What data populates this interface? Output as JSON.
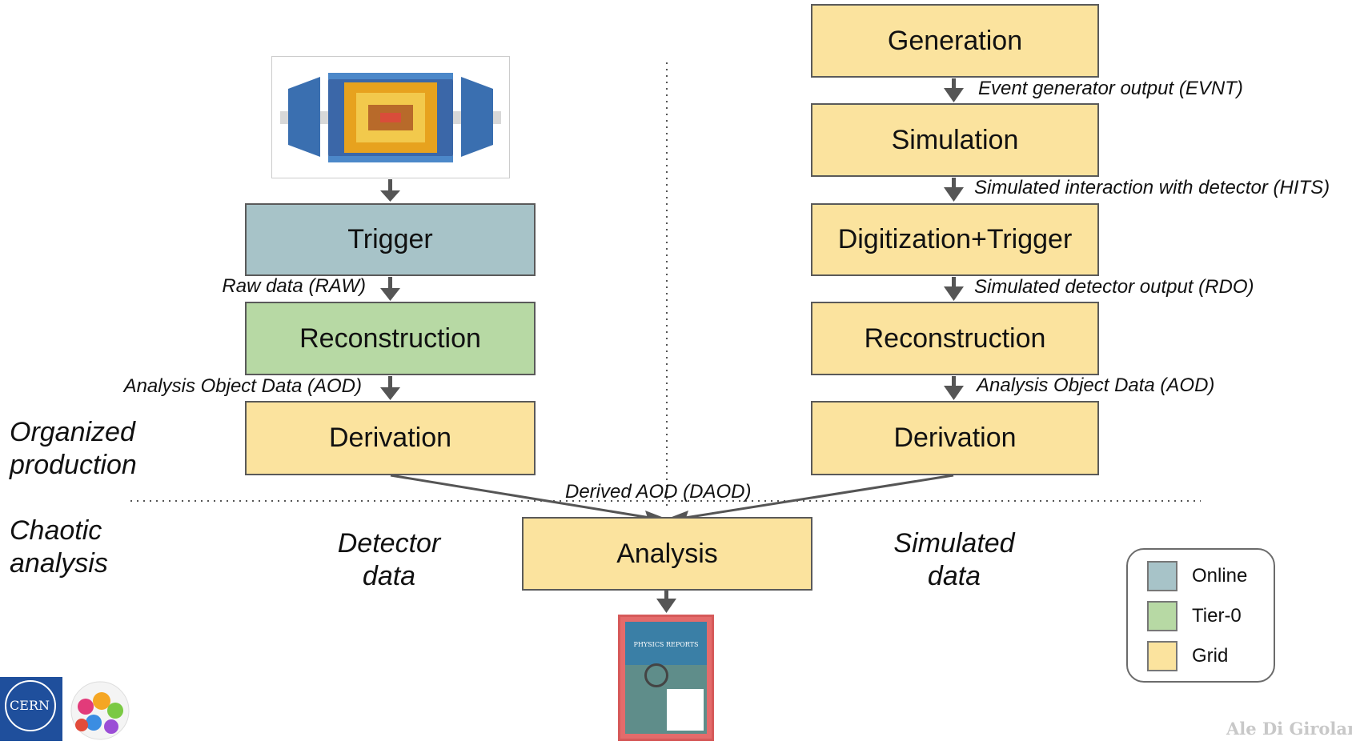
{
  "left_chain": {
    "trigger": "Trigger",
    "raw_label": "Raw data (RAW)",
    "reconstruction": "Reconstruction",
    "aod_label": "Analysis Object Data (AOD)",
    "derivation": "Derivation"
  },
  "right_chain": {
    "generation": "Generation",
    "evnt_label": "Event generator output (EVNT)",
    "simulation": "Simulation",
    "hits_label": "Simulated interaction with detector (HITS)",
    "digitization": "Digitization+Trigger",
    "rdo_label": "Simulated detector output (RDO)",
    "reconstruction": "Reconstruction",
    "aod_label": "Analysis Object Data (AOD)",
    "derivation": "Derivation"
  },
  "daod_label": "Derived AOD (DAOD)",
  "analysis": "Analysis",
  "sections": {
    "organized": [
      "Organized",
      "production"
    ],
    "chaotic": [
      "Chaotic",
      "analysis"
    ],
    "detector_data": [
      "Detector",
      "data"
    ],
    "simulated_data": [
      "Simulated",
      "data"
    ]
  },
  "legend": [
    {
      "label": "Online",
      "color": "#a7c3c8"
    },
    {
      "label": "Tier-0",
      "color": "#b7d9a4"
    },
    {
      "label": "Grid",
      "color": "#fbe39e"
    }
  ],
  "logos": {
    "cern": "CERN"
  },
  "journal_cover_title": "PHYSICS REPORTS",
  "watermark": "Ale Di Girolamo",
  "colors": {
    "grid": "#fbe39e",
    "online": "#a7c3c8",
    "tier0": "#b7d9a4",
    "border": "#5a5a5a",
    "arrow": "#555555"
  }
}
